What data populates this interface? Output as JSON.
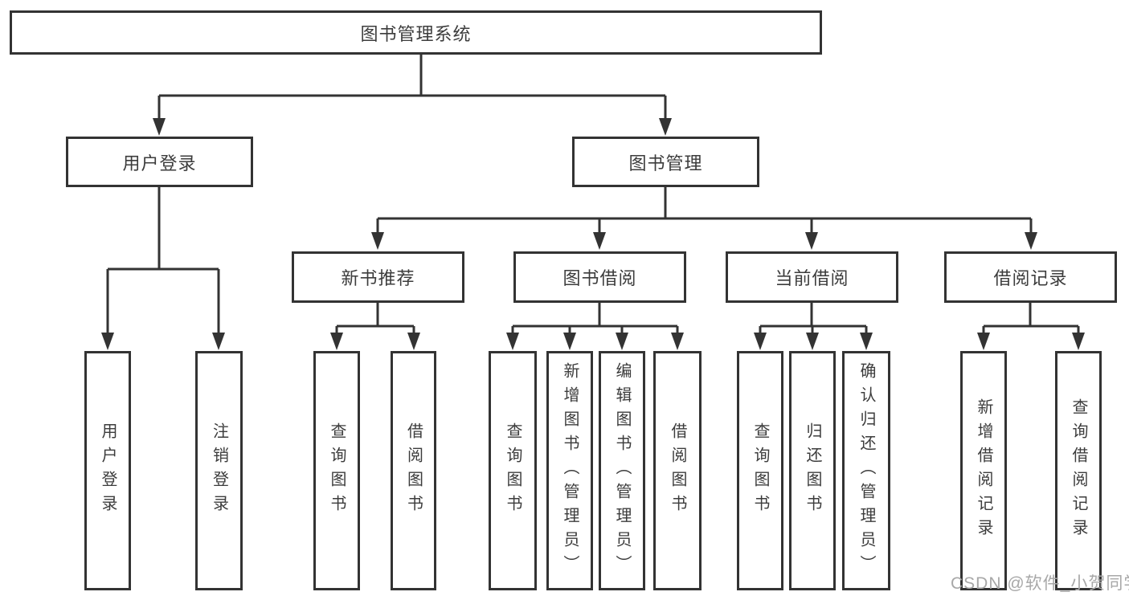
{
  "colors": {
    "line": "#333333",
    "text": "#3c3c3c",
    "watermark": "#a8a8a8",
    "background": "#ffffff"
  },
  "watermark": {
    "text": "CSDN @软件_小贺同学"
  },
  "tree": {
    "label": "图书管理系统",
    "children": [
      {
        "label": "用户登录",
        "children": [
          {
            "label": "用户登录"
          },
          {
            "label": "注销登录"
          }
        ]
      },
      {
        "label": "图书管理",
        "children": [
          {
            "label": "新书推荐",
            "children": [
              {
                "label": "查询图书"
              },
              {
                "label": "借阅图书"
              }
            ]
          },
          {
            "label": "图书借阅",
            "children": [
              {
                "label": "查询图书"
              },
              {
                "label": "新增图书（管理员）"
              },
              {
                "label": "编辑图书（管理员）"
              },
              {
                "label": "借阅图书"
              }
            ]
          },
          {
            "label": "当前借阅",
            "children": [
              {
                "label": "查询图书"
              },
              {
                "label": "归还图书"
              },
              {
                "label": "确认归还（管理员）"
              }
            ]
          },
          {
            "label": "借阅记录",
            "children": [
              {
                "label": "新增借阅记录"
              },
              {
                "label": "查询借阅记录"
              }
            ]
          }
        ]
      }
    ]
  }
}
